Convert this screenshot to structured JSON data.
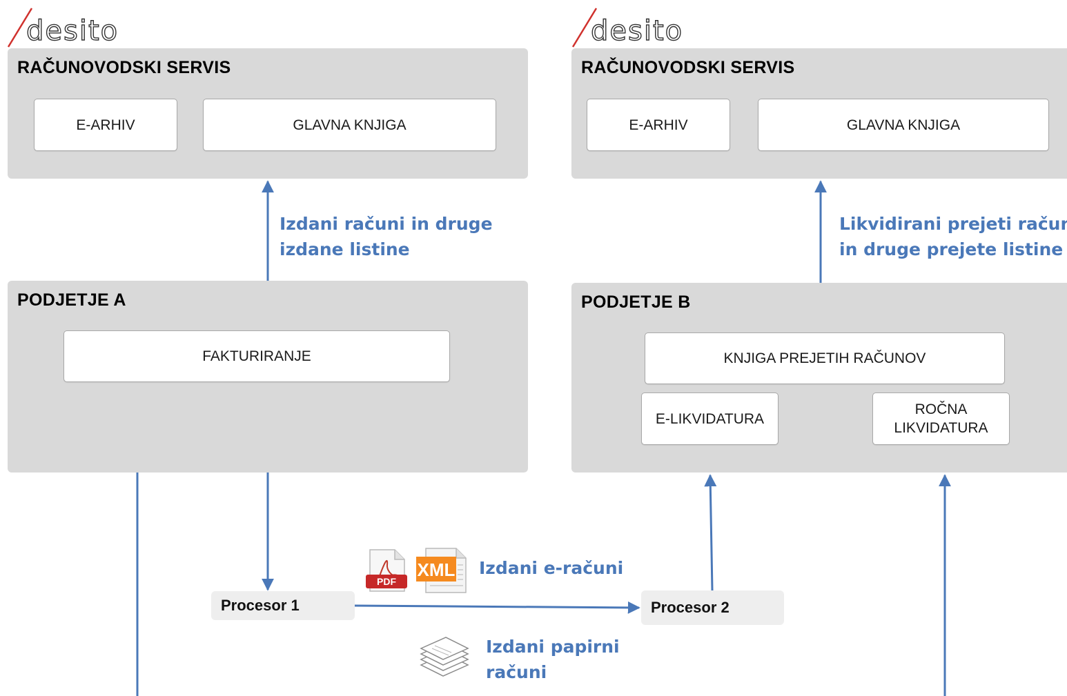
{
  "logo": {
    "text": "desito"
  },
  "left": {
    "service": {
      "title": "RAČUNOVODSKI SERVIS",
      "modules": [
        "E-ARHIV",
        "GLAVNA KNJIGA"
      ]
    },
    "flow_label_line1": "Izdani računi in druge",
    "flow_label_line2": "izdane listine",
    "company": {
      "title": "PODJETJE A",
      "modules": [
        "FAKTURIRANJE"
      ]
    }
  },
  "right": {
    "service": {
      "title": "RAČUNOVODSKI SERVIS",
      "modules": [
        "E-ARHIV",
        "GLAVNA KNJIGA"
      ]
    },
    "flow_label_line1": "Likvidirani prejeti računi",
    "flow_label_line2": "in druge prejete listine",
    "company": {
      "title": "PODJETJE B",
      "modules": [
        "KNJIGA PREJETIH RAČUNOV",
        "E-LIKVIDATURA",
        "ROČNA\nLIKVIDATURA"
      ]
    }
  },
  "processors": [
    "Procesor 1",
    "Procesor 2"
  ],
  "e_invoices": {
    "label": "Izdani e-računi",
    "pdf_icon_text": "PDF",
    "xml_icon_text": "XML"
  },
  "paper_invoices": {
    "label_line1": "Izdani papirni",
    "label_line2": "računi"
  },
  "colors": {
    "arrow": "#4a78b8",
    "panel": "#d9d9d9",
    "label": "#4a78b8",
    "logo_red": "#d0312d"
  }
}
